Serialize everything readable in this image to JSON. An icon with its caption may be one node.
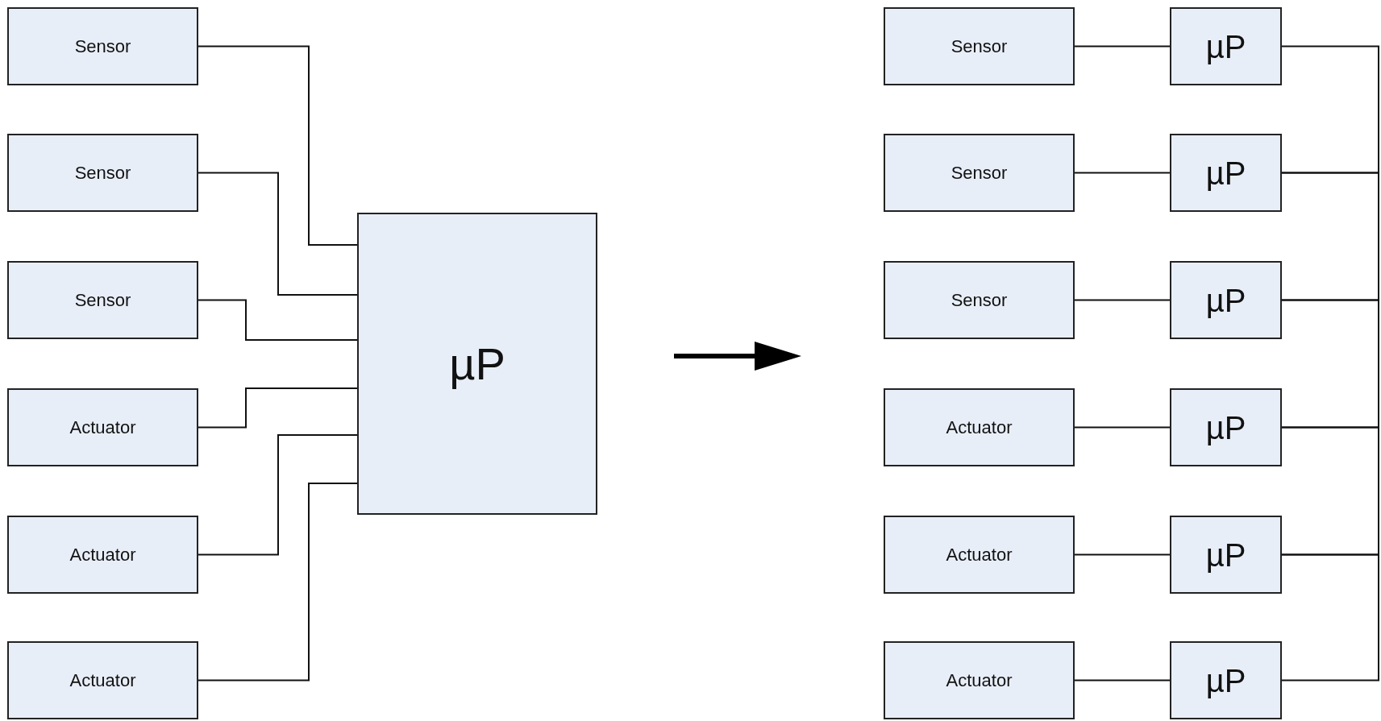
{
  "diagram": {
    "nodes": [
      {
        "text": [
          "Sensor"
        ]
      },
      {
        "text": [
          "Sensor"
        ]
      },
      {
        "text": [
          "Sensor"
        ]
      },
      {
        "text": [
          "Actuator"
        ]
      },
      {
        "text": [
          "Actuator"
        ]
      },
      {
        "text": [
          "Actuator"
        ]
      },
      {
        "text": [
          "µP"
        ]
      },
      {
        "text": [
          "Sensor"
        ]
      },
      {
        "text": [
          "Sensor"
        ]
      },
      {
        "text": [
          "Sensor"
        ]
      },
      {
        "text": [
          "Actuator"
        ]
      },
      {
        "text": [
          "Actuator"
        ]
      },
      {
        "text": [
          "Actuator"
        ]
      },
      {
        "text": [
          "µP"
        ]
      },
      {
        "text": [
          "µP"
        ]
      },
      {
        "text": [
          "µP"
        ]
      },
      {
        "text": [
          "µP"
        ]
      },
      {
        "text": [
          "µP"
        ]
      },
      {
        "text": [
          "µP"
        ]
      }
    ],
    "edges": [
      {
        "from": 0,
        "to": 6,
        "arrow": "none"
      },
      {
        "from": 1,
        "to": 6,
        "arrow": "none"
      },
      {
        "from": 2,
        "to": 6,
        "arrow": "none"
      },
      {
        "from": 3,
        "to": 6,
        "arrow": "none"
      },
      {
        "from": 4,
        "to": 6,
        "arrow": "none"
      },
      {
        "from": 5,
        "to": 6,
        "arrow": "none"
      },
      {
        "from": 7,
        "to": 13,
        "arrow": "none"
      },
      {
        "from": 8,
        "to": 14,
        "arrow": "none"
      },
      {
        "from": 9,
        "to": 15,
        "arrow": "none"
      },
      {
        "from": 10,
        "to": 16,
        "arrow": "none"
      },
      {
        "from": 11,
        "to": 17,
        "arrow": "none"
      },
      {
        "from": 12,
        "to": 18,
        "arrow": "none"
      },
      {
        "from": 13,
        "to": 14,
        "arrow": "none"
      },
      {
        "from": 14,
        "to": 15,
        "arrow": "none"
      },
      {
        "from": 15,
        "to": 16,
        "arrow": "none"
      },
      {
        "from": 16,
        "to": 17,
        "arrow": "none"
      },
      {
        "from": 17,
        "to": 18,
        "arrow": "none"
      }
    ]
  }
}
